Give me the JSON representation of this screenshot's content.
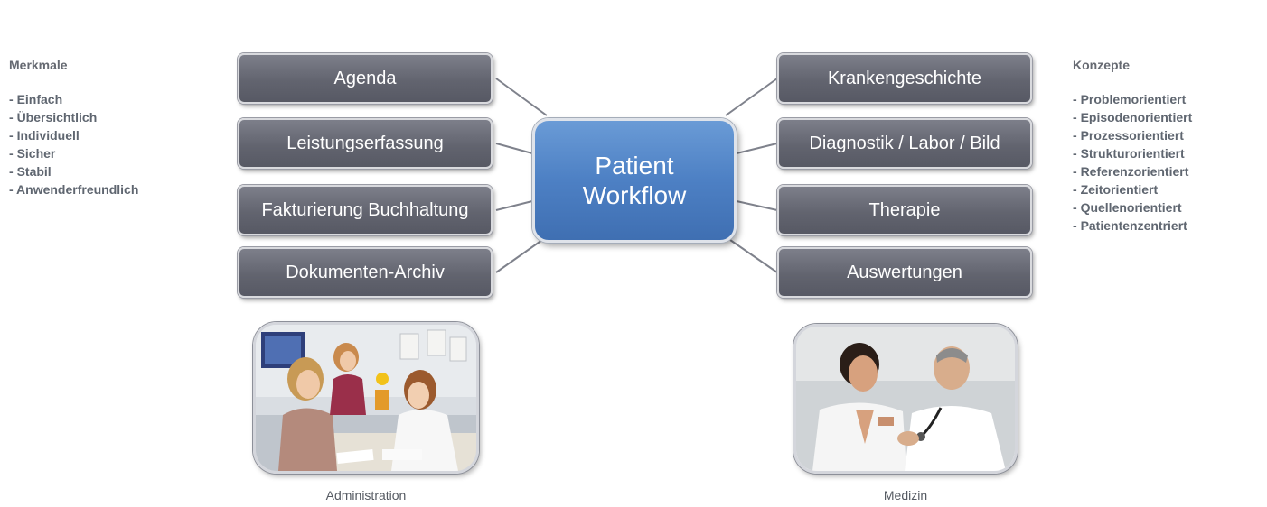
{
  "left_panel": {
    "title": "Merkmale",
    "items": [
      "Einfach",
      "Übersichtlich",
      "Individuell",
      "Sicher",
      "Stabil",
      "Anwenderfreundlich"
    ]
  },
  "right_panel": {
    "title": "Konzepte",
    "items": [
      "Problemorientiert",
      "Episodenorientiert",
      "Prozessorientiert",
      "Strukturorientiert",
      "Referenzorientiert",
      "Zeitorientiert",
      "Quellenorientiert",
      "Patientenzentriert"
    ]
  },
  "center": {
    "line1": "Patient",
    "line2": "Workflow",
    "color": "#4d80c4"
  },
  "left_boxes": [
    "Agenda",
    "Leistungserfassung",
    "Fakturierung Buchhaltung",
    "Dokumenten-Archiv"
  ],
  "right_boxes": [
    "Krankengeschichte",
    "Diagnostik / Labor / Bild",
    "Therapie",
    "Auswertungen"
  ],
  "box_color": "#62646f",
  "captions": {
    "left": "Administration",
    "right": "Medizin"
  }
}
